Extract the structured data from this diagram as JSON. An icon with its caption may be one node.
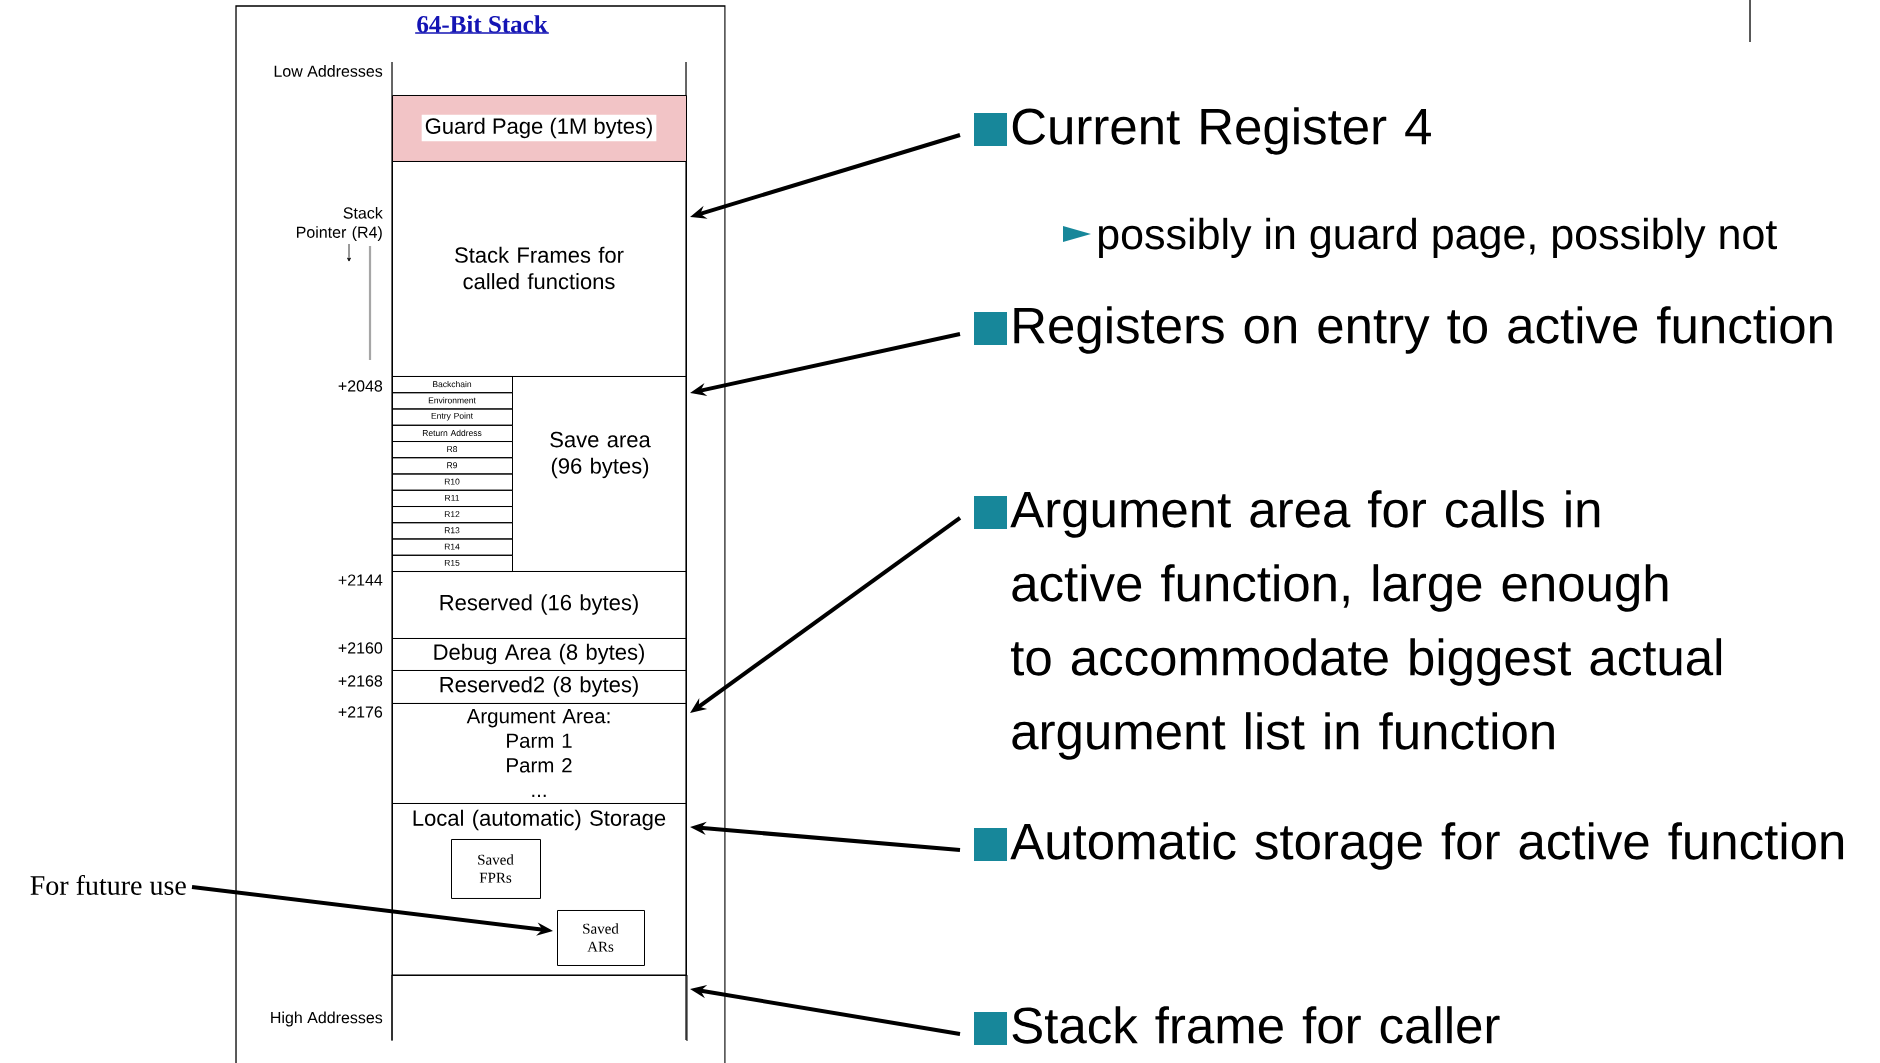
{
  "diagram": {
    "title": "64-Bit Stack",
    "nodes": [
      {
        "text": [
          "Guard Page (1M bytes)"
        ]
      },
      {
        "text": [
          "Stack Frames for called functions"
        ]
      },
      {
        "text": [
          "Save area (96 bytes)"
        ]
      },
      {
        "text": [
          "Backchain"
        ],
        "in": 2
      },
      {
        "text": [
          "Environment"
        ],
        "in": 2
      },
      {
        "text": [
          "Entry Point"
        ],
        "in": 2
      },
      {
        "text": [
          "Return Address"
        ],
        "in": 2
      },
      {
        "text": [
          "R8"
        ],
        "in": 2
      },
      {
        "text": [
          "R9"
        ],
        "in": 2
      },
      {
        "text": [
          "R10"
        ],
        "in": 2
      },
      {
        "text": [
          "R11"
        ],
        "in": 2
      },
      {
        "text": [
          "R12"
        ],
        "in": 2
      },
      {
        "text": [
          "R13"
        ],
        "in": 2
      },
      {
        "text": [
          "R14"
        ],
        "in": 2
      },
      {
        "text": [
          "R15"
        ],
        "in": 2
      },
      {
        "text": [
          "Reserved (16 bytes)"
        ]
      },
      {
        "text": [
          "Debug Area (8 bytes)"
        ]
      },
      {
        "text": [
          "Reserved2 (8 bytes)"
        ]
      },
      {
        "text": [
          "Argument Area:",
          "Parm 1",
          "Parm 2",
          "..."
        ]
      },
      {
        "text": [
          "Local (automatic) Storage"
        ]
      },
      {
        "text": [
          "Saved FPRs"
        ],
        "in": 19
      },
      {
        "text": [
          "Saved ARs"
        ],
        "in": 19
      },
      {
        "text": [],
        "shape": "box"
      },
      {
        "text": [
          "For future use"
        ]
      },
      {
        "text": [
          "Current Register 4"
        ]
      },
      {
        "text": [
          "Registers on entry to active function"
        ]
      },
      {
        "text": [
          "Argument area for calls in active function, large enough to accommodate biggest actual argument list in function"
        ]
      },
      {
        "text": [
          "Automatic storage for active function"
        ]
      },
      {
        "text": [
          "Stack frame for caller"
        ]
      }
    ],
    "edges": [
      {
        "from": 23,
        "to": 21,
        "arrow": "to"
      },
      {
        "from": 24,
        "to": 1,
        "arrow": "to"
      },
      {
        "from": 25,
        "to": 2,
        "arrow": "to"
      },
      {
        "from": 26,
        "to": 18,
        "arrow": "to"
      },
      {
        "from": 27,
        "to": 19,
        "arrow": "to"
      },
      {
        "from": 28,
        "to": 22,
        "arrow": "to"
      }
    ],
    "labels": [
      "Low Addresses",
      "Stack Pointer (R4)",
      "+2048",
      "+2144",
      "+2160",
      "+2168",
      "+2176",
      "High Addresses",
      "possibly in guard page, possibly not"
    ]
  }
}
